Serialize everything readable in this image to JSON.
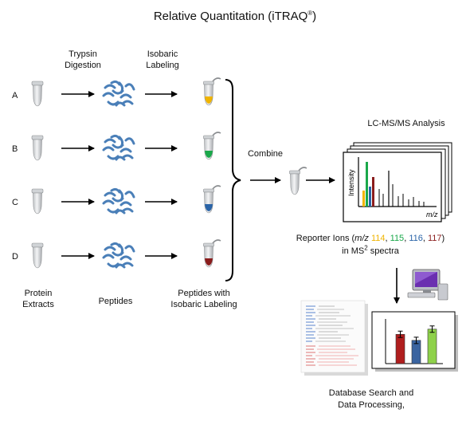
{
  "title": {
    "main": "Relative Quantitation (iTRAQ",
    "sup": "®",
    "close": ")"
  },
  "steps": {
    "trypsin_line1": "Trypsin",
    "trypsin_line2": "Digestion",
    "isobaric_line1": "Isobaric",
    "isobaric_line2": "Labeling",
    "protein_line1": "Protein",
    "protein_line2": "Extracts",
    "peptides": "Peptides",
    "labeled_line1": "Peptides with",
    "labeled_line2": "Isobaric Labeling",
    "combine": "Combine",
    "lcms": "LC-MS/MS  Analysis",
    "db_line1": "Database Search and",
    "db_line2": "Data Processing,"
  },
  "samples": [
    {
      "label": "A",
      "tag_color": "#f0b400"
    },
    {
      "label": "B",
      "tag_color": "#1aa84a"
    },
    {
      "label": "C",
      "tag_color": "#2a64a8"
    },
    {
      "label": "D",
      "tag_color": "#8a1c1c"
    }
  ],
  "reporter": {
    "prefix": "Reporter  Ions (",
    "mz": "m/z",
    "ions": [
      {
        "value": "114",
        "color": "#f0b400"
      },
      {
        "value": "115",
        "color": "#1aa84a"
      },
      {
        "value": "116",
        "color": "#2a64a8"
      },
      {
        "value": "117",
        "color": "#8a1c1c"
      }
    ],
    "suffix": ")",
    "line2_pre": "in MS",
    "line2_sup": "2",
    "line2_post": " spectra"
  },
  "spectrum": {
    "ylabel": "Intensity",
    "xlabel": "m/z"
  },
  "bar_chart": {
    "bars": [
      {
        "value": 0.68,
        "color": "#b01e1e"
      },
      {
        "value": 0.54,
        "color": "#3a64a0"
      },
      {
        "value": 0.8,
        "color": "#8ed14a"
      }
    ]
  },
  "colors": {
    "peptide": "#4a7fb8",
    "arrow": "#000000"
  }
}
